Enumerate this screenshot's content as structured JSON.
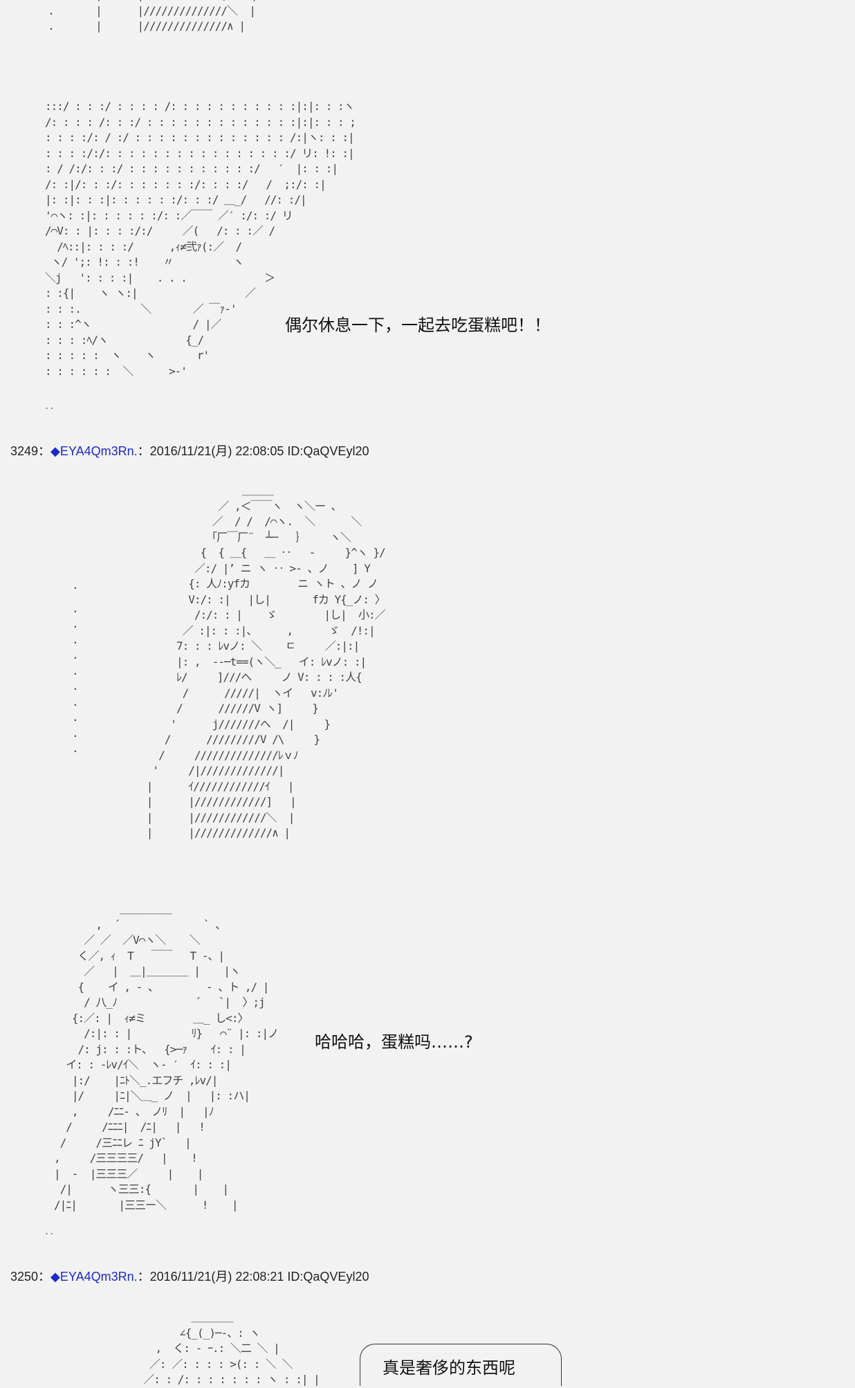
{
  "art_blocks": {
    "top_fragment": "        .       |      |/////////////]    |\n        .       |      |//////////////＼  |\n        .       |      |//////////////∧ |",
    "panel_1": ":::/ : : :/ : : : : /: : : : : : : : : : :|:|: : :ヽ\n/: : : : /: : :/ : : : : : : : : : : : : :|:|: : : ;\n: : : :/: / :/ : : : : : : : : : : : : : /:|ヽ: : :|\n: : : :/:/: : : : : : : : : : : : : : : :/ リ: !: :|\n: / /:/: : :/ : : : : : : : : : : :/   ′  |: : :|\n/: :|/: : :/: : : : : : :/: : : :/   /  ;:/: :|\n|: :|: : :|: : : : : :/: : :/ ＿_/   //: :/|\n'⌒ヽ: :|: : : : : :/: :／￣￣ ／′ :/: :/ リ\n/⌒V: : |: : : :/:/     ／(   /: : :／ /\n  /ﾍ::|: : : :/      ,ｨ≠弐ｧ(:／  /\n ヽ/ ';: !: : :!    〃          ヽ\n＼j   ': : : :|    . . .             ＞\n: :{|    ヽ ヽ:|                  ／\n: : :.          ＼       ／ ￣ｧ‐'\n: : :^ヽ                 / |／\n: : : :ﾍ/ヽ             {_/\n: : : : :  ヽ    ヽ       r'\n: : : : : :  ＼      >‐'",
    "panel_1_dots": "..",
    "panel_2": "                      ＿＿＿\n                  ／ ,＜￣￣ヽ  ヽ＼ー 、\n                 ／  / /  /⌒ヽ.  ＼      ＼\n                「厂￣厂¨  ┴─   ｝    ヽ＼\n               {  { ＿{   ＿ ‥   -     }^ヽ }/\n              ／:/ |’ ニ ヽ ‥ >- 、ノ    ] Y\n             {: 人ﾉ:yfカ        ニ ヽト 、ノ ノ\n             V:/: :|   |し|       fカ Y{_ノ: 〉\n              /:/: : |    ゞ        |し|  小:／\n            ／ :|: : :|、     ,      ゞ  /!:|\n           7: : : ﾚvノ: ＼    ㄷ     ／:|:|\n           |: ,  ‐‐─t==(ヽ＼_   イ: ﾚvノ: :|\n           ﾚ/     ]///ヘ     ノ V: : : :人{\n            /      /////|  ヽイ   v:ﾉﾚ'\n           /      //////V ヽ]     }\n          '      j///////ヘ  /|     }\n         /      /////////V /\\     }\n        /     //////////////ﾚｖﾉ\n       '     /|/////////////|\n      |      ｲ////////////ｲ   |\n      |      |////////////]   |\n      |      |////////////＼  |\n      |      |/////////////∧ |",
    "panel_2_edge": ".\n\n\n.\n\n.\n\n.\n\n.\n\n.\n\n.\n\n.\n\n.\n\n.\n\n.",
    "panel_3": "           ＿＿＿＿＿\n       ,  ´              ` 、\n     ／ ／  ／V⌒ヽ＼    ＼\n    く／, ｨ  T   ￣￣   T ‐、|\n     ／   |  ＿|＿＿＿＿ |    |ヽ\n    {    イ , ‐ 、        - 、ト ,/ |\n     / 八_ﾉ             ´   `|  〉;j\n   {:／: |  ｨ≠ミ        ＿_ し<:〉\n     /:|: : |          ﾘ}   ⌒¨ |: :|ノ\n    /: j: : :ト、  {>─ｧ    ｲ: : |\n  イ: : -ﾚv/ｲ＼  ヽ- ′  ｲ: : :|\n   |:/    |ﾆﾄ＼_.エフチ ,ﾚv/|\n   |/     |ﾆ|＼＿_ ノ  |   |: :ハ|\n   ,     /ﾆﾆ‐ 、 ノﾘ  |   |ﾉ\n  /     /ﾆﾆﾆ|  /ﾆ|   |   !\n /     /三ﾆﾆレ ﾆ jY`   |\n,     /三三三三/   |    !\n|  ‐  |三三三／     |    |\n /|      ヽ三三:{       |    |\n/|ﾆ|       |三三ー＼      !    |",
    "panel_3_dots": "..",
    "panel_4": "          ＿＿＿＿\n        ∠{_(_)─-、: ヽ\n    ,  く: ‐ ｰ.: ＼二 ＼ |\n   ／: ／: : : : >(: : ＼ ＼\n  ／: : /: : : : : : : ヽ : :| |"
  },
  "speech": {
    "line_1": "偶尔休息一下，一起去吃蛋糕吧！！",
    "line_2": "哈哈哈，蛋糕吗……?",
    "line_3": "真是奢侈的东西呢"
  },
  "posts": [
    {
      "number": "3249",
      "separator": "：",
      "diamond": "◆",
      "poster": "EYA4Qm3Rn.",
      "colon": "：",
      "datetime": "2016/11/21(月) 22:08:05 ID:QaQVEyl20"
    },
    {
      "number": "3250",
      "separator": "：",
      "diamond": "◆",
      "poster": "EYA4Qm3Rn.",
      "colon": "：",
      "datetime": "2016/11/21(月) 22:08:21 ID:QaQVEyl20"
    }
  ],
  "colors": {
    "background": "#f2f2f2",
    "poster_link": "#1d29c9",
    "art": "#444444"
  }
}
